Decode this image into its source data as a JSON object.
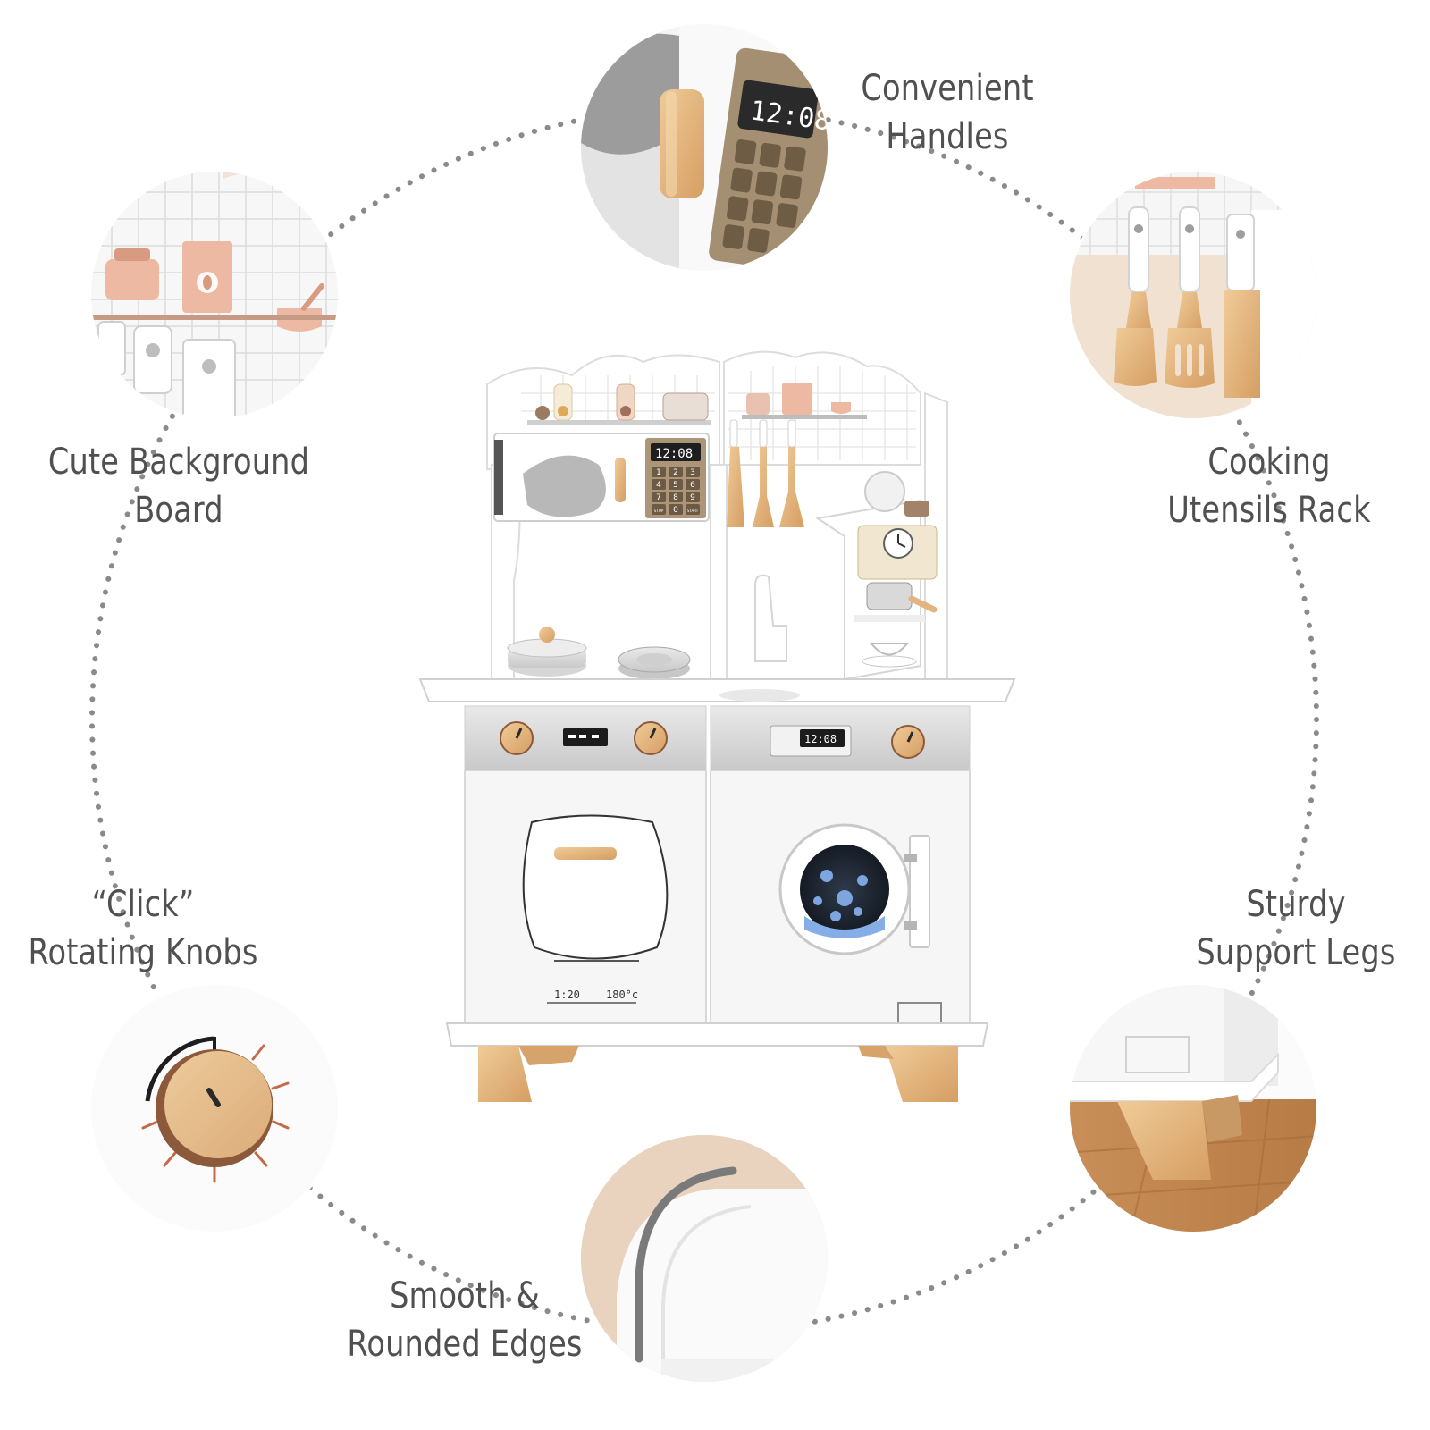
{
  "features": {
    "handles": [
      "Convenient",
      "Handles"
    ],
    "board": [
      "Cute Background",
      "Board"
    ],
    "rack": [
      "Cooking",
      "Utensils Rack"
    ],
    "knobs": [
      "“Click”",
      "Rotating Knobs"
    ],
    "legs": [
      "Sturdy",
      "Support Legs"
    ],
    "edges": [
      "Smooth &",
      "Rounded Edges"
    ]
  },
  "microwave_display": "12:08",
  "keypad_keys": [
    "1",
    "2",
    "3",
    "4",
    "5",
    "6",
    "7",
    "8",
    "9",
    "STOP",
    "0",
    "START"
  ],
  "oven_display": "1:20",
  "oven_temperature": "180°c",
  "washer_display": "12:08",
  "colors": {
    "label_text": "#505050",
    "dots": "#8a8a8a",
    "wood": "#e2b47e",
    "blush": "#eeb9a2",
    "silver": "#d8d8d8"
  }
}
